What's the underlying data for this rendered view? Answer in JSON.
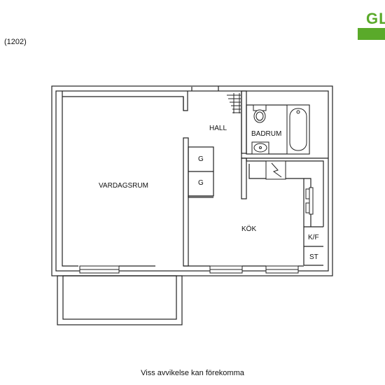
{
  "logo": {
    "text": "GL",
    "color": "#5aaa2a"
  },
  "reference": "(1202)",
  "rooms": {
    "living_room": "VARDAGSRUM",
    "hall": "HALL",
    "bathroom": "BADRUM",
    "kitchen": "KÖK"
  },
  "fixtures": {
    "wardrobe_top": "G",
    "wardrobe_bottom": "G",
    "fridge_freezer": "K/F",
    "stove": "ST"
  },
  "disclaimer": "Viss avvikelse kan förekomma"
}
